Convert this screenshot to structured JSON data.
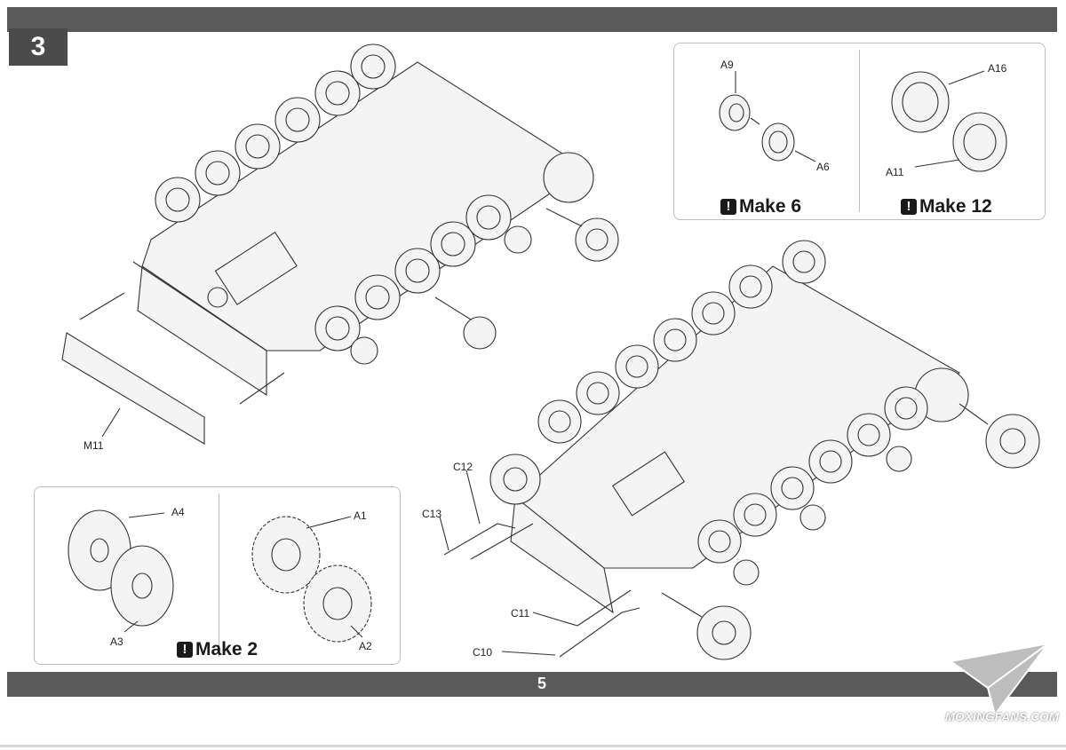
{
  "step": {
    "number": "3"
  },
  "page": {
    "number": "5"
  },
  "watermark": {
    "text": "MOXINGFANS.COM"
  },
  "inset_top_right": {
    "left": {
      "parts": [
        "A9",
        "A6"
      ],
      "make_label": "Make 6"
    },
    "right": {
      "parts": [
        "A16",
        "A11"
      ],
      "make_label": "Make 12"
    }
  },
  "inset_bottom_left": {
    "left": {
      "parts": [
        "A4",
        "A3"
      ]
    },
    "right": {
      "parts": [
        "A1",
        "A2"
      ]
    },
    "make_label": "Make 2"
  },
  "main_labels": {
    "m11": "M11",
    "c12": "C12",
    "c13": "C13",
    "c11": "C11",
    "c10": "C10"
  },
  "warning_glyph": "!"
}
